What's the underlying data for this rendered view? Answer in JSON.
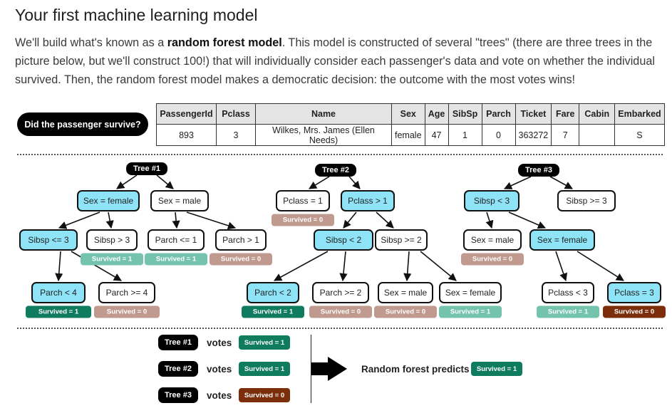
{
  "title": "Your first machine learning model",
  "intro": {
    "before": "We'll build what's known as a ",
    "bold": "random forest model",
    "after": ". This model is constructed of several \"trees\" (there are three trees in the picture below, but we'll construct 100!) that will individually consider each passenger's data and vote on whether the individual survived. Then, the random forest model makes a democratic decision: the outcome with the most votes wins!"
  },
  "question": "Did the passenger survive?",
  "passenger_table": {
    "headers": [
      "PassengerId",
      "Pclass",
      "Name",
      "Sex",
      "Age",
      "SibSp",
      "Parch",
      "Ticket",
      "Fare",
      "Cabin",
      "Embarked"
    ],
    "row": [
      "893",
      "3",
      "Wilkes, Mrs. James (Ellen Needs)",
      "female",
      "47",
      "1",
      "0",
      "363272",
      "7",
      "",
      "S"
    ]
  },
  "trees": [
    {
      "label": "Tree #1",
      "nodes": [
        {
          "text": "Sex = female",
          "highlight": true
        },
        {
          "text": "Sex = male",
          "highlight": false
        },
        {
          "text": "Sibsp <= 3",
          "highlight": true
        },
        {
          "text": "Sibsp > 3",
          "highlight": false
        },
        {
          "text": "Parch <= 1",
          "highlight": false
        },
        {
          "text": "Parch > 1",
          "highlight": false
        },
        {
          "text": "Parch < 4",
          "highlight": true
        },
        {
          "text": "Parch >= 4",
          "highlight": false
        }
      ],
      "leaves": [
        "Survived = 1",
        "Survived = 1",
        "Survived = 0",
        "Survived = 1",
        "Survived = 0"
      ]
    },
    {
      "label": "Tree #2",
      "nodes": [
        {
          "text": "Pclass = 1",
          "highlight": false
        },
        {
          "text": "Pclass > 1",
          "highlight": true
        },
        {
          "text": "Sibsp < 2",
          "highlight": true
        },
        {
          "text": "Sibsp >= 2",
          "highlight": false
        },
        {
          "text": "Parch < 2",
          "highlight": true
        },
        {
          "text": "Parch >= 2",
          "highlight": false
        },
        {
          "text": "Sex = male",
          "highlight": false
        },
        {
          "text": "Sex = female",
          "highlight": false
        }
      ],
      "leaves": [
        "Survived = 0",
        "Survived = 1",
        "Survived = 0",
        "Survived = 0",
        "Survived = 1"
      ]
    },
    {
      "label": "Tree #3",
      "nodes": [
        {
          "text": "Sibsp < 3",
          "highlight": true
        },
        {
          "text": "Sibsp >= 3",
          "highlight": false
        },
        {
          "text": "Sex = male",
          "highlight": false
        },
        {
          "text": "Sex = female",
          "highlight": true
        },
        {
          "text": "Pclass < 3",
          "highlight": false
        },
        {
          "text": "Pclass = 3",
          "highlight": true
        }
      ],
      "leaves": [
        "Survived = 0",
        "Survived = 1",
        "Survived = 0"
      ]
    }
  ],
  "votes": [
    {
      "tree": "Tree #1",
      "word": "votes",
      "result": "Survived = 1"
    },
    {
      "tree": "Tree #2",
      "word": "votes",
      "result": "Survived = 1"
    },
    {
      "tree": "Tree #3",
      "word": "votes",
      "result": "Survived = 0"
    }
  ],
  "prediction": {
    "label": "Random forest predicts",
    "result": "Survived = 1"
  },
  "colors": {
    "highlight_node": "#8fe3f7",
    "survived_1_active": "#0f7b5f",
    "survived_1_inactive": "#74c4ad",
    "survived_0_inactive": "#c09a8e",
    "survived_0_active": "#7c2e0a"
  },
  "icons": {
    "arrow": "right-arrow-icon"
  }
}
